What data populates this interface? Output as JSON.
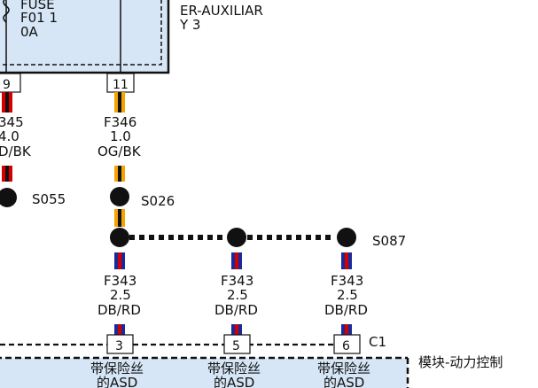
{
  "top_box": {
    "fuse_lines": [
      "FUSE",
      "F01 1",
      "0A"
    ],
    "right_lines": [
      "ER-AUXILIAR",
      "Y 3"
    ],
    "fill": "#d6e6f6"
  },
  "pins_top": [
    {
      "pin": "9"
    },
    {
      "pin": "11"
    }
  ],
  "wires_top": [
    {
      "code": "345",
      "gauge": "4.0",
      "color": "D/BK",
      "stripe_main": "#d40000",
      "stripe_tracer": "#111111"
    },
    {
      "code": "F346",
      "gauge": "1.0",
      "color": "OG/BK",
      "stripe_main": "#f5a300",
      "stripe_tracer": "#111111"
    }
  ],
  "splices": [
    {
      "label": "S055"
    },
    {
      "label": "S026"
    },
    {
      "label": "S087"
    }
  ],
  "wires_bottom": [
    {
      "code": "F343",
      "gauge": "2.5",
      "color": "DB/RD"
    },
    {
      "code": "F343",
      "gauge": "2.5",
      "color": "DB/RD"
    },
    {
      "code": "F343",
      "gauge": "2.5",
      "color": "DB/RD"
    }
  ],
  "wire_bottom_colors": {
    "main": "#1a2a9a",
    "tracer": "#d40000"
  },
  "connector": {
    "label": "C1",
    "pins": [
      "3",
      "5",
      "6"
    ]
  },
  "module": {
    "label": "模块-动力控制",
    "fill": "#d6e6f6",
    "pin_labels": [
      {
        "line1": "带保险丝",
        "line2": "的ASD"
      },
      {
        "line1": "带保险丝",
        "line2": "的ASD"
      },
      {
        "line1": "带保险丝",
        "line2": "的ASD"
      }
    ]
  }
}
